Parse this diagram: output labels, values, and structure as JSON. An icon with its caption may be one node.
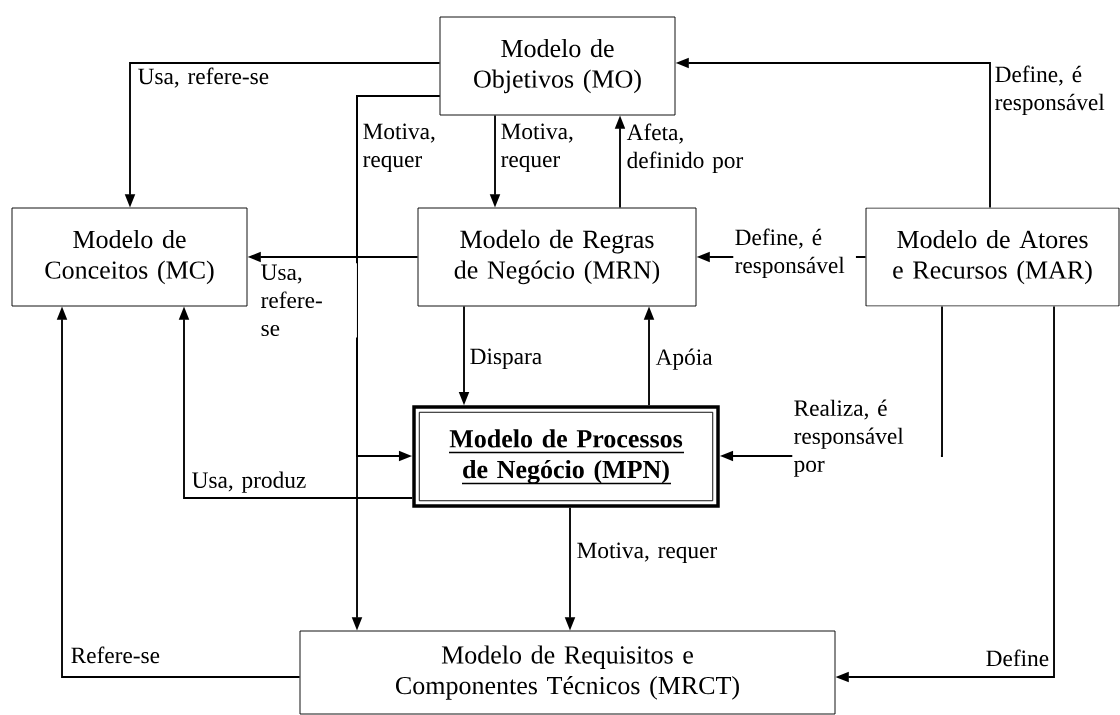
{
  "diagram": {
    "nodes": [
      {
        "text": [
          "Modelo de Objetivos (MO)"
        ]
      },
      {
        "text": [
          "Modelo de Conceitos (MC)"
        ]
      },
      {
        "text": [
          "Modelo de Regras de Negócio (MRN)"
        ]
      },
      {
        "text": [
          "Modelo de Atores e Recursos (MAR)"
        ]
      },
      {
        "text": [
          "Modelo de Processos de Negócio (MPN)"
        ]
      },
      {
        "text": [
          "Modelo de Requisitos e Componentes Técnicos (MRCT)"
        ]
      }
    ],
    "edges": [
      {
        "from": 0,
        "to": 1,
        "arrow": "to",
        "label": "Usa, refere-se"
      },
      {
        "from": 0,
        "to": 5,
        "arrow": "to",
        "label": "Motiva, requer"
      },
      {
        "from": 0,
        "to": 4,
        "arrow": "to"
      },
      {
        "from": 0,
        "to": 2,
        "arrow": "to",
        "label": "Motiva, requer"
      },
      {
        "from": 2,
        "to": 0,
        "arrow": "to",
        "label": "Afeta, definido por"
      },
      {
        "from": 3,
        "to": 0,
        "arrow": "to",
        "label": "Define, é responsável"
      },
      {
        "from": 2,
        "to": 1,
        "arrow": "to",
        "label": "Usa, refere-se"
      },
      {
        "from": 3,
        "to": 2,
        "arrow": "to",
        "label": "Define, é responsável"
      },
      {
        "from": 2,
        "to": 4,
        "arrow": "to",
        "label": "Dispara"
      },
      {
        "from": 4,
        "to": 2,
        "arrow": "to",
        "label": "Apóia"
      },
      {
        "from": 3,
        "to": 4,
        "arrow": "to",
        "label": "Realiza, é responsável por"
      },
      {
        "from": 4,
        "to": 1,
        "arrow": "to",
        "label": "Usa, produz"
      },
      {
        "from": 4,
        "to": 5,
        "arrow": "to",
        "label": "Motiva, requer"
      },
      {
        "from": 5,
        "to": 1,
        "arrow": "to",
        "label": "Refere-se"
      },
      {
        "from": 3,
        "to": 5,
        "arrow": "to",
        "label": "Define"
      }
    ]
  }
}
